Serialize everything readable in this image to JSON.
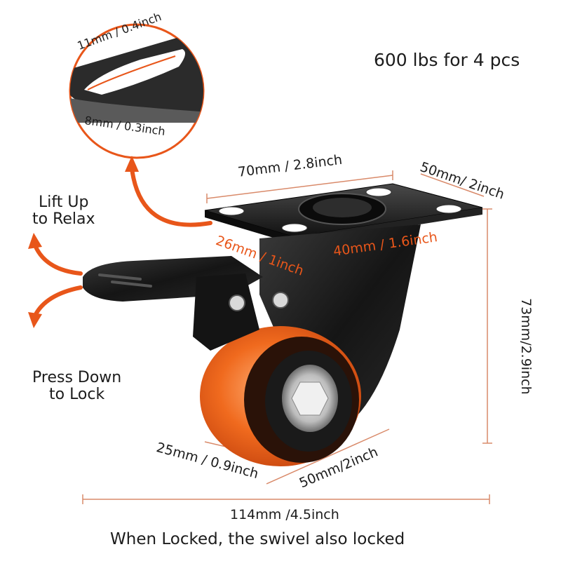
{
  "load_capacity": "600 lbs for 4 pcs",
  "instructions": {
    "lift_up": "Lift Up\nto Relax",
    "press_down": "Press Down\nto Lock"
  },
  "inset": {
    "slot_width": "11mm / 0.4inch",
    "plate_thickness": "8mm / 0.3inch"
  },
  "dimensions": {
    "plate_length": "70mm / 2.8inch",
    "plate_width": "50mm/ 2inch",
    "hole_spacing_short": "26mm / 1inch",
    "hole_spacing_long": "40mm / 1.6inch",
    "height": "73mm/2.9inch",
    "wheel_width": "25mm / 0.9inch",
    "wheel_diameter": "50mm/2inch",
    "total_length": "114mm /4.5inch"
  },
  "footer_caption": "When Locked, the swivel also locked",
  "colors": {
    "accent_orange": "#e8561a",
    "wheel_orange": "#f06a1e",
    "metal_black": "#1a1a1a",
    "dimension_line": "#d98a6a"
  }
}
